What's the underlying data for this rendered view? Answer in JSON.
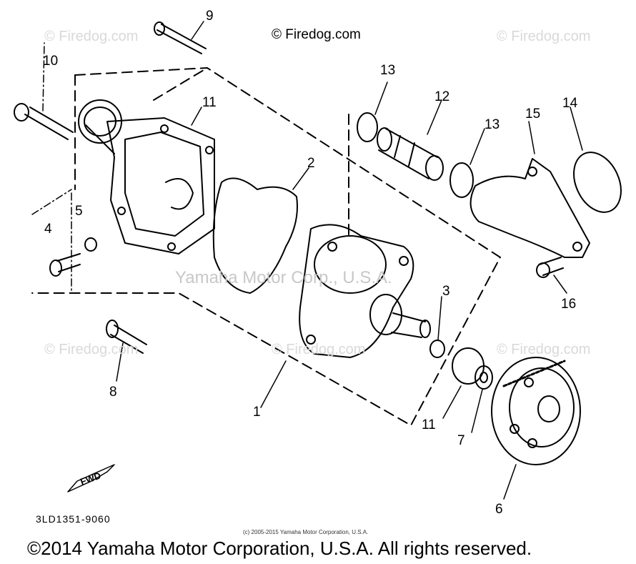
{
  "watermark": {
    "brand": "© Firedog.com",
    "faint": "© Firedog.com",
    "center": "Yamaha Motor Corp., U.S.A."
  },
  "callouts": [
    "1",
    "2",
    "3",
    "4",
    "5",
    "6",
    "7",
    "8",
    "9",
    "10",
    "11",
    "11",
    "12",
    "13",
    "13",
    "14",
    "15",
    "16"
  ],
  "fwd_label": "FWD",
  "part_number": "3LD1351-9060",
  "small_copyright": "(c) 2005-2015 Yamaha Motor Corporation, U.S.A.",
  "copyright": "©2014 Yamaha Motor Corporation, U.S.A. All rights reserved."
}
